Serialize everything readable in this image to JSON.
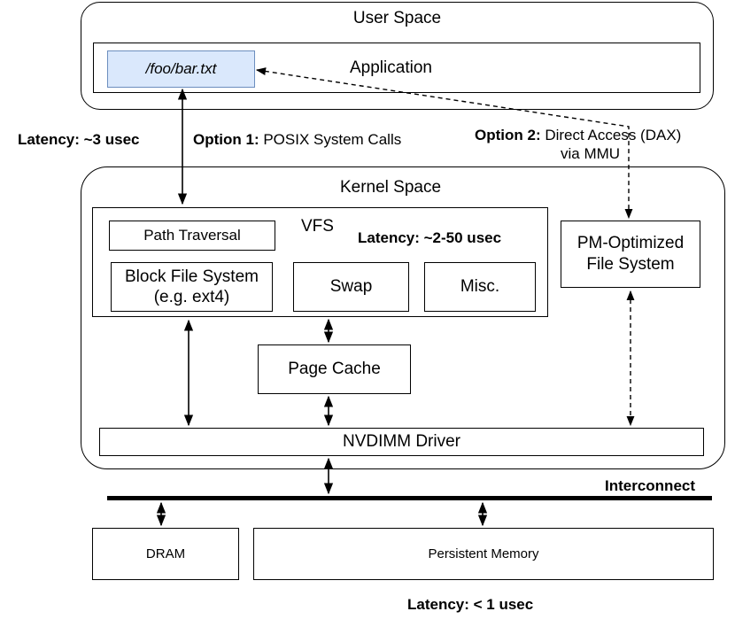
{
  "user_space": {
    "title": "User Space",
    "application_label": "Application",
    "file_path": "/foo/bar.txt"
  },
  "kernel_space": {
    "title": "Kernel Space",
    "vfs": {
      "title": "VFS",
      "latency": "Latency: ~2-50 usec",
      "path_traversal": "Path Traversal",
      "block_fs_line1": "Block File System",
      "block_fs_line2": "(e.g. ext4)",
      "swap": "Swap",
      "misc": "Misc."
    },
    "pm_fs_line1": "PM-Optimized",
    "pm_fs_line2": "File System",
    "page_cache": "Page Cache",
    "nvdimm_driver": "NVDIMM Driver"
  },
  "option1": {
    "label": "Option 1:",
    "text": "POSIX System Calls"
  },
  "option2": {
    "label": "Option 2:",
    "text_line1": "Direct Access (DAX)",
    "text_line2": "via MMU"
  },
  "latency_left": "Latency: ~3 usec",
  "interconnect": "Interconnect",
  "dram": "DRAM",
  "persistent_memory": "Persistent Memory",
  "latency_bottom": "Latency: < 1 usec"
}
